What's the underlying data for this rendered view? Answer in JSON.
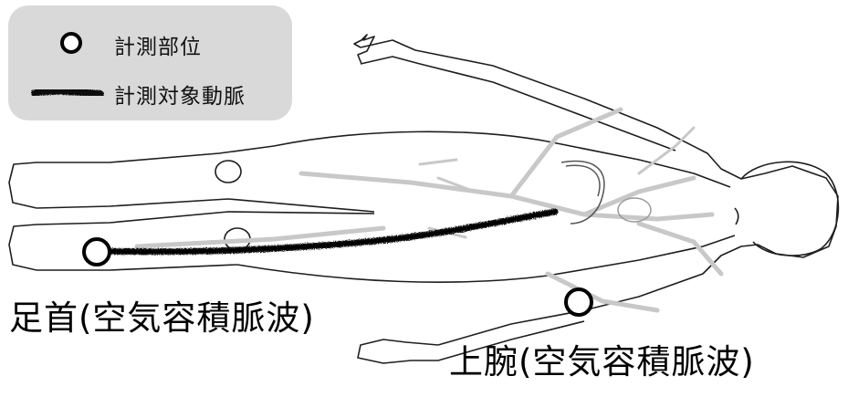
{
  "legend": {
    "measurement_site_label": "計測部位",
    "target_artery_label": "計測対象動脈",
    "measurement_site_icon": "open-circle",
    "target_artery_icon": "thick-noisy-line"
  },
  "sites": {
    "ankle_label": "足首(空気容積脈波)",
    "upper_arm_label": "上腕(空気容積脈波)"
  },
  "colors": {
    "legend_background": "#d9d9d9",
    "artery_highlight": "#000000",
    "vessels": "#c8c8c8",
    "body_outline": "#222222"
  }
}
